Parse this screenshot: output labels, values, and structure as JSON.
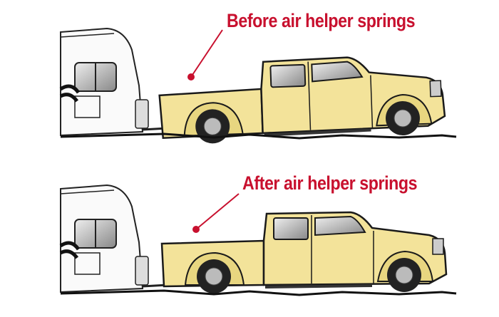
{
  "panels": [
    {
      "label": "Before air helper springs",
      "state": "sagging"
    },
    {
      "label": "After air helper springs",
      "state": "level"
    }
  ],
  "colors": {
    "accent": "#c8102e",
    "truck": "#f3e39a",
    "outline": "#1a1a1a"
  }
}
